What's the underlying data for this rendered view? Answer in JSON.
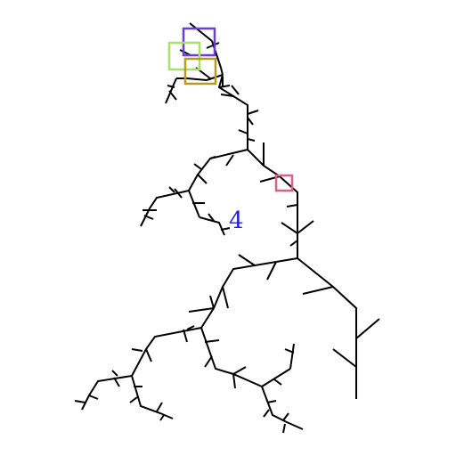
{
  "figure": {
    "label": "4",
    "label_color": "#1f1fd0",
    "line_color": "#000000",
    "background": "#ffffff"
  },
  "markers": [
    {
      "name": "purple-square-marker",
      "color": "#6a3fd8"
    },
    {
      "name": "light-green-square-marker",
      "color": "#a8e06a"
    },
    {
      "name": "olive-square-marker",
      "color": "#b89a1c"
    },
    {
      "name": "pink-square-marker",
      "color": "#d9608a"
    }
  ]
}
